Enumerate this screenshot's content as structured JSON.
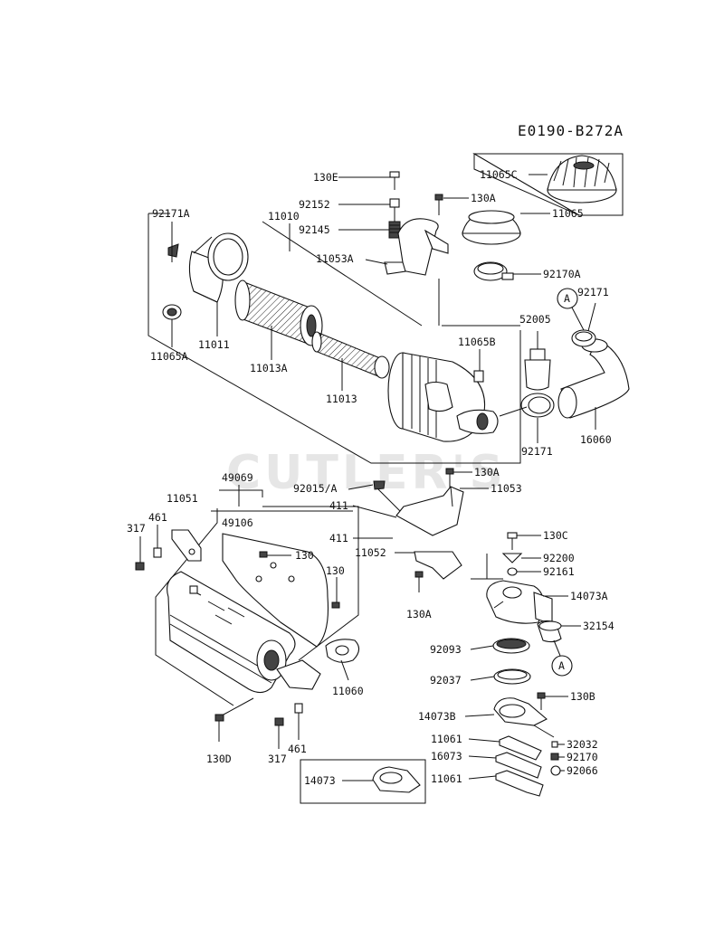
{
  "diagram_code": "E0190-B272A",
  "watermark": "CUTLER'S",
  "labels": {
    "l130E": "130E",
    "l92152": "92152",
    "l92145": "92145",
    "l11053A": "11053A",
    "l130A_top": "130A",
    "l11065C": "11065C",
    "l11065": "11065",
    "l92170A": "92170A",
    "l92171A": "92171A",
    "l11010": "11010",
    "l11065A": "11065A",
    "l11011": "11011",
    "l11013A": "11013A",
    "l11013": "11013",
    "l11065B": "11065B",
    "l52005": "52005",
    "lA_callout_top": "A",
    "l92171_top": "92171",
    "l92171_bottom": "92171",
    "l16060": "16060",
    "l130A_mid": "130A",
    "l92015A": "92015/A",
    "l11053": "11053",
    "l49069": "49069",
    "l11051": "11051",
    "l461_top": "461",
    "l317_top": "317",
    "l49106": "49106",
    "l130_a": "130",
    "l130_b": "130",
    "l411_a": "411",
    "l411_b": "411",
    "l11052": "11052",
    "l130A_low": "130A",
    "l130C": "130C",
    "l92200": "92200",
    "l92161": "92161",
    "l14073A": "14073A",
    "l32154": "32154",
    "lA_callout_bottom": "A",
    "l92093": "92093",
    "l92037": "92037",
    "l130B": "130B",
    "l14073B": "14073B",
    "l11061_a": "11061",
    "l32032": "32032",
    "l16073": "16073",
    "l92170": "92170",
    "l11061_b": "11061",
    "l92066": "92066",
    "l11060": "11060",
    "l130D": "130D",
    "l317_bottom": "317",
    "l461_bottom": "461",
    "l14073": "14073"
  }
}
